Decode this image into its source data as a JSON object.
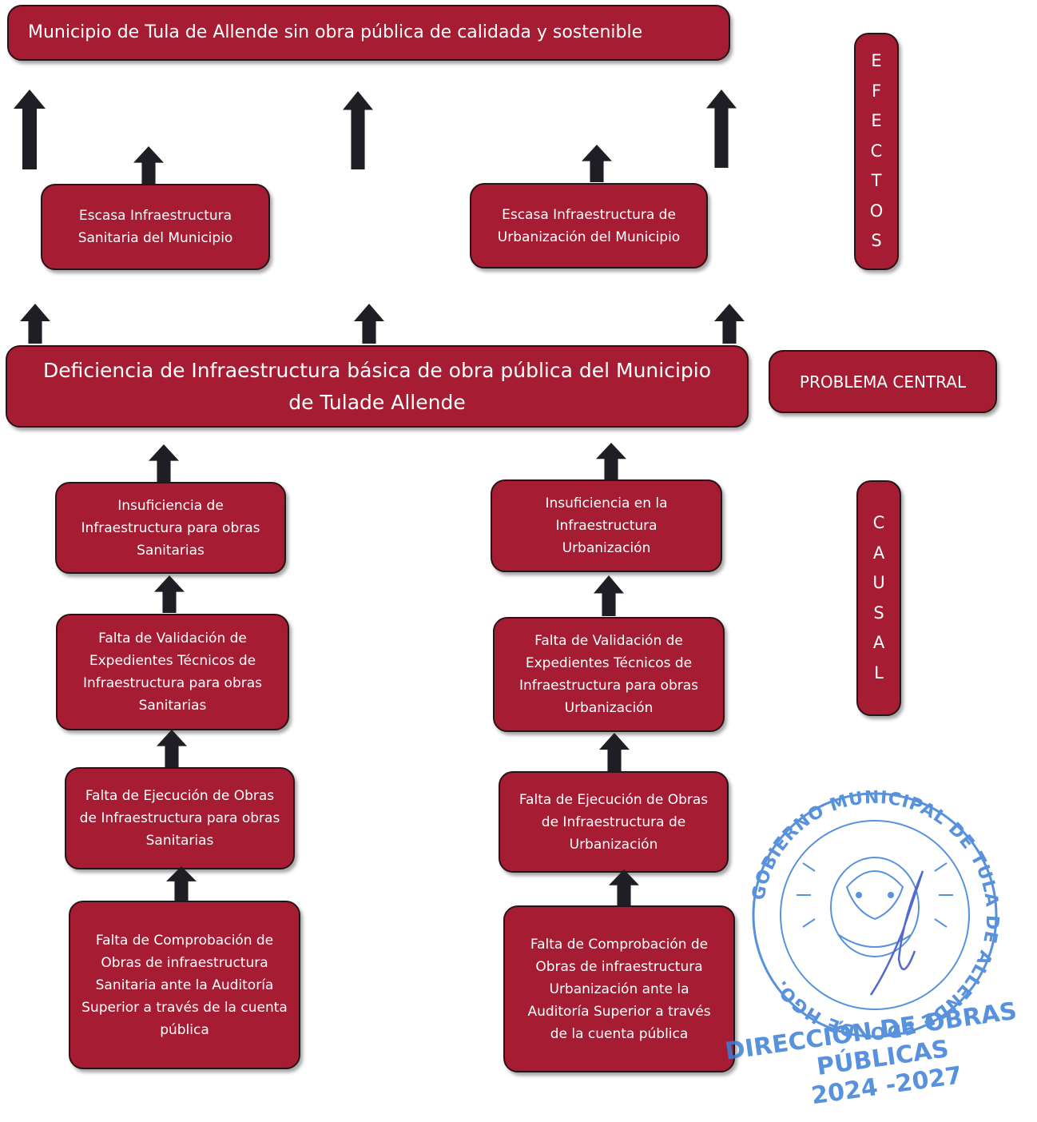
{
  "colors": {
    "box_fill": "#a51c33",
    "box_border": "#2a1216",
    "arrow": "#1e1e24",
    "stamp": "#3b7fd6"
  },
  "top_effect": "Municipio de Tula de Allende sin obra pública de calidada y sostenible",
  "effects": {
    "left": "Escasa Infraestructura Sanitaria del Municipio",
    "right": "Escasa Infraestructura de Urbanización del Municipio"
  },
  "side_labels": {
    "efectos": [
      "E",
      "F",
      "E",
      "C",
      "T",
      "O",
      "S"
    ],
    "problema": "PROBLEMA CENTRAL",
    "causal": [
      "C",
      "A",
      "U",
      "S",
      "A",
      "L"
    ]
  },
  "central_problem": "Deficiencia de Infraestructura básica de obra pública del Municipio de Tulade Allende",
  "causes": {
    "left": [
      "Insuficiencia de Infraestructura para obras Sanitarias",
      "Falta de Validación de Expedientes Técnicos de Infraestructura para obras Sanitarias",
      "Falta de Ejecución de Obras de Infraestructura para obras Sanitarias",
      "Falta de Comprobación de Obras de infraestructura Sanitaria ante la Auditoría Superior a través de la cuenta pública"
    ],
    "right": [
      "Insuficiencia en la Infraestructura Urbanización",
      "Falta de Validación de Expedientes Técnicos de Infraestructura para obras Urbanización",
      "Falta de Ejecución de Obras de Infraestructura de Urbanización",
      "Falta de Comprobación de Obras de infraestructura Urbanización ante la Auditoría Superior a través de la cuenta pública"
    ]
  },
  "stamp": {
    "ring_text": "GOBIERNO MUNICIPAL DE TULA DE ALLENDE EDO. DE HGO.",
    "line1": "DIRECCIÓN DE OBRAS",
    "line2": "PÚBLICAS",
    "line3": "2024 -2027"
  }
}
